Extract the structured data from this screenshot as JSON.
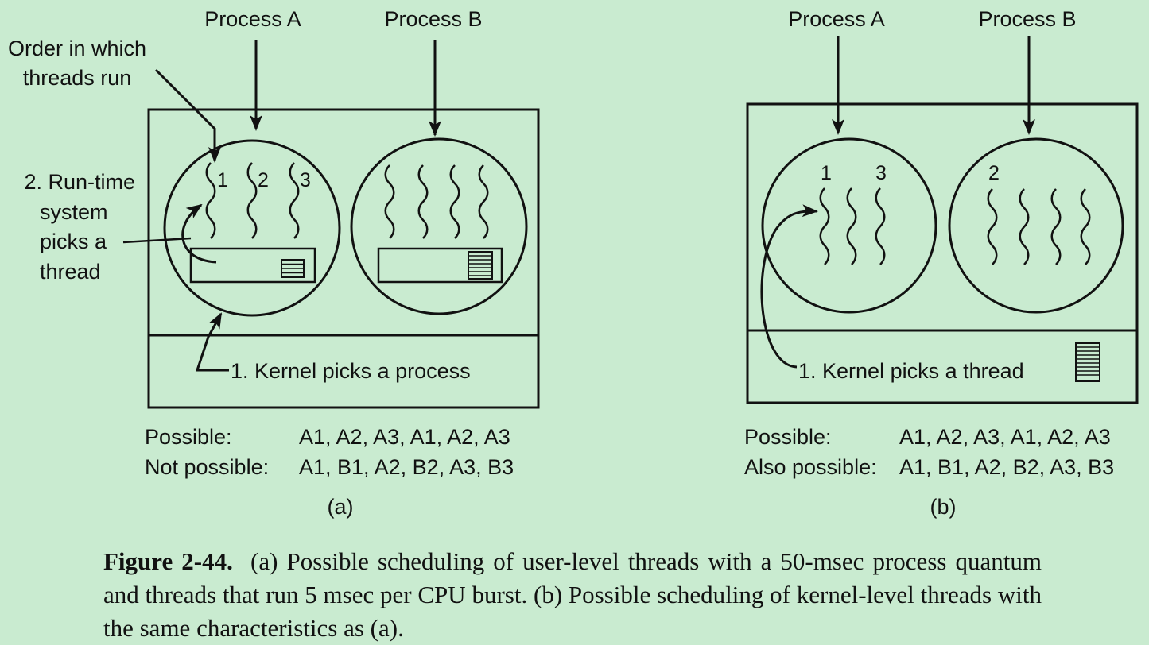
{
  "panel_a": {
    "process_a_label": "Process A",
    "process_b_label": "Process B",
    "order_label_line1": "Order in which",
    "order_label_line2": "threads run",
    "runtime_label_lines": [
      "2. Run-time",
      "system",
      "picks a",
      "thread"
    ],
    "thread_numbers": [
      "1",
      "2",
      "3"
    ],
    "kernel_label": "1. Kernel picks a process",
    "possible_label": "Possible:",
    "possible_seq": "A1, A2, A3, A1, A2, A3",
    "second_label": "Not possible:",
    "second_seq": "A1, B1, A2, B2, A3, B3",
    "panel_tag": "(a)"
  },
  "panel_b": {
    "process_a_label": "Process A",
    "process_b_label": "Process B",
    "thread_numbers_a": [
      "1",
      "3"
    ],
    "thread_numbers_b": [
      "2"
    ],
    "kernel_label": "1. Kernel picks a thread",
    "possible_label": "Possible:",
    "possible_seq": "A1, A2, A3, A1, A2, A3",
    "second_label": "Also possible:",
    "second_seq": "A1, B1, A2, B2, A3, B3",
    "panel_tag": "(b)"
  },
  "caption": {
    "label": "Figure 2-44.",
    "text": "(a) Possible scheduling of user-level threads with a 50-msec process quantum and threads that run 5 msec per CPU burst. (b) Possible scheduling of kernel-level threads with the same characteristics as (a)."
  },
  "colors": {
    "background": "#c9ebd0",
    "ink": "#111111"
  }
}
